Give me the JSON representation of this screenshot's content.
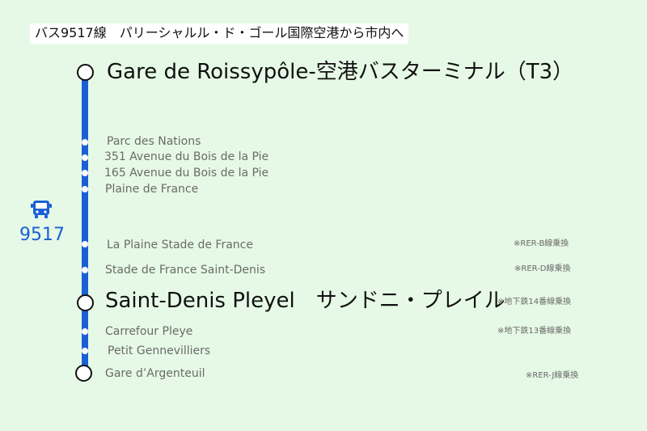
{
  "title": "バス9517線　パリーシャルル・ド・ゴール国際空港から市内へ",
  "route_number": "9517",
  "colors": {
    "route": "#1a5fd6",
    "background": "#e6f9e6"
  },
  "icons": [
    "bus-icon"
  ],
  "stops": [
    {
      "name": "Gare de  Roissypôle-空港バスターミナル（T3）",
      "type": "major"
    },
    {
      "name": "Parc des Nations",
      "type": "minor"
    },
    {
      "name": "351 Avenue du Bois de la Pie",
      "type": "minor"
    },
    {
      "name": "165 Avenue du Bois de la Pie",
      "type": "minor"
    },
    {
      "name": "Plaine de France",
      "type": "minor"
    },
    {
      "name": "La Plaine  Stade de France",
      "type": "minor",
      "note": "※RER-B線乗換"
    },
    {
      "name": "Stade de France  Saint-Denis",
      "type": "minor",
      "note": "※RER-D線乗換"
    },
    {
      "name": "Saint-Denis Pleyel　サンドニ・プレイル",
      "type": "major",
      "note": "※地下鉄14番線乗換"
    },
    {
      "name": "Carrefour Pleye",
      "type": "minor",
      "note": "※地下鉄13番線乗換"
    },
    {
      "name": "Petit Gennevilliers",
      "type": "minor"
    },
    {
      "name": "Gare d’Argenteuil",
      "type": "major-small",
      "note": "※RER-J線乗換"
    }
  ]
}
